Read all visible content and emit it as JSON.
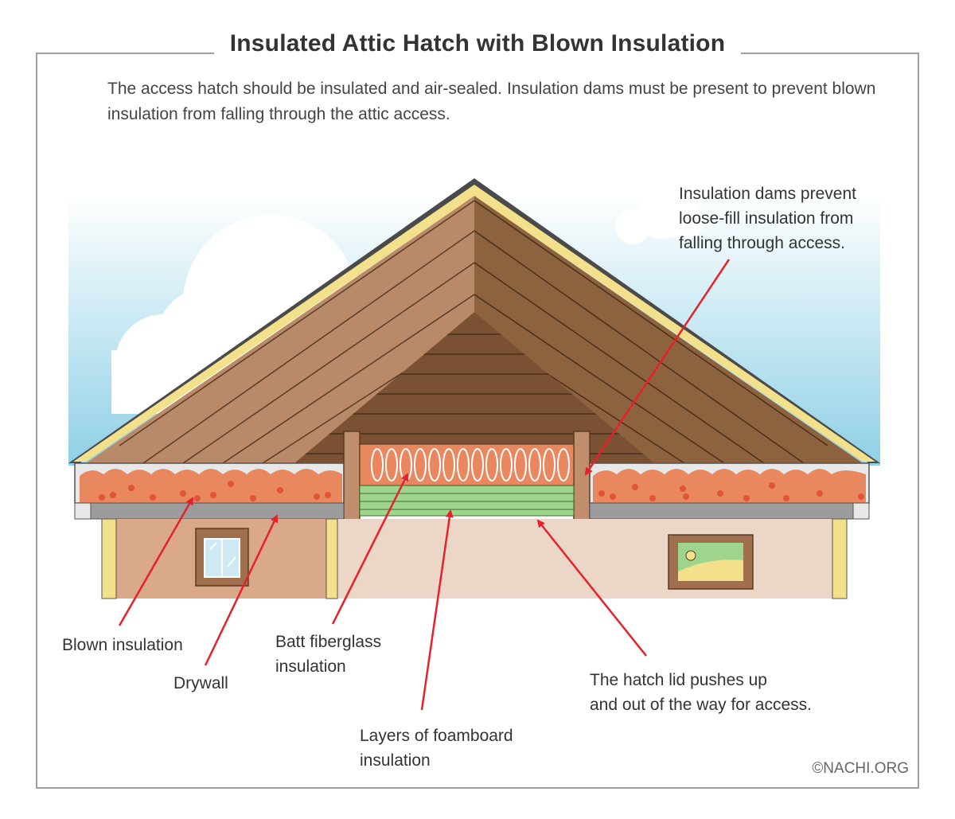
{
  "title": "Insulated Attic Hatch with Blown Insulation",
  "subtitle": "The access hatch should be insulated and air-sealed. Insulation dams must be present to prevent blown insulation from falling through the attic access.",
  "labels": {
    "dams": "Insulation dams prevent\nloose-fill insulation from\nfalling through access.",
    "blown": "Blown insulation",
    "drywall": "Drywall",
    "batt": "Batt fiberglass\ninsulation",
    "foamboard": "Layers of foamboard\ninsulation",
    "hatch_lid": "The hatch lid pushes up\nand out of the way for access."
  },
  "credit": "©NACHI.ORG",
  "colors": {
    "arrow": "#e8202a",
    "sky": "#8fd0e6",
    "roof_left": "#b88a6a",
    "roof_right": "#8c623f",
    "blown_insulation": "#e9875f",
    "foamboard": "#9ed48c",
    "batt": "#e9875f",
    "wall_left": "#d9a98a",
    "wall_right": "#ecd6c8",
    "fascia": "#f2e08a"
  }
}
